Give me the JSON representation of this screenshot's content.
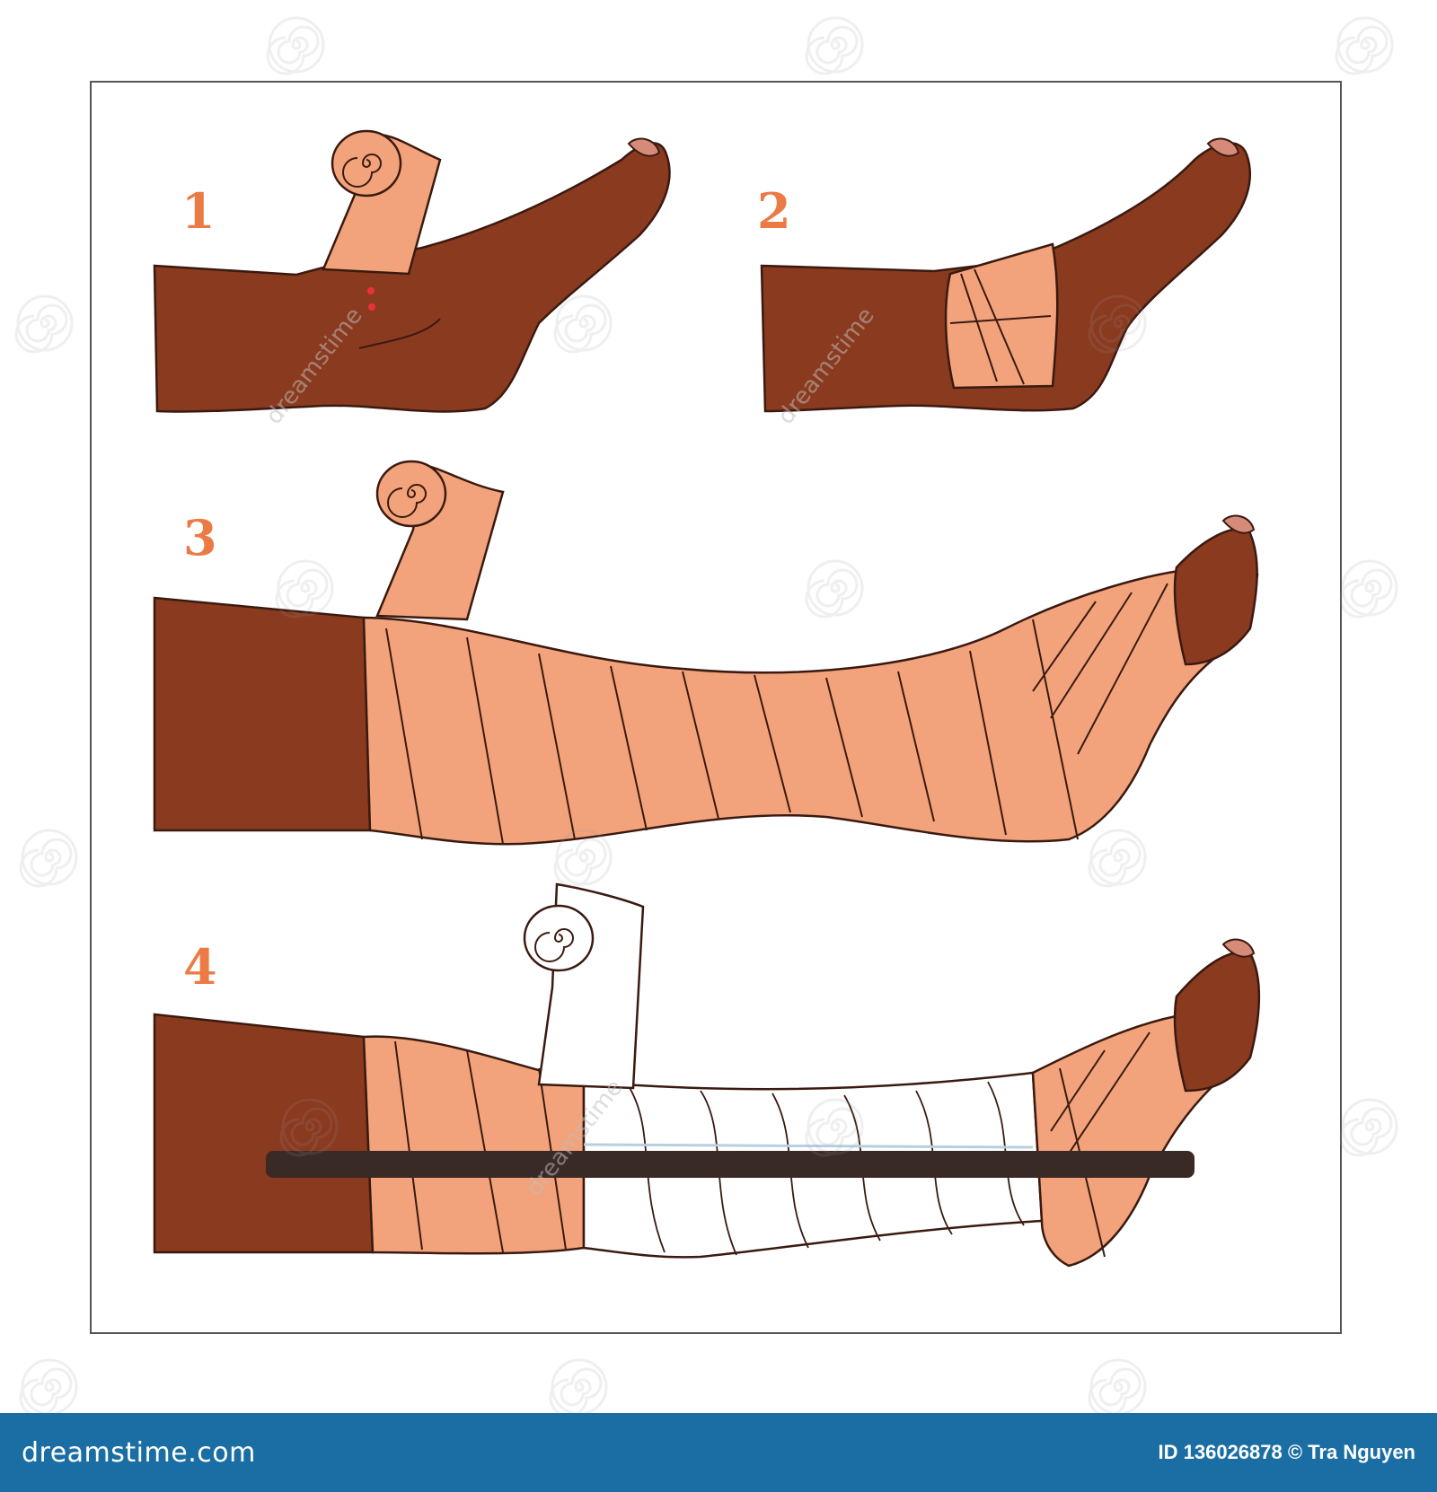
{
  "steps": [
    {
      "number": "1"
    },
    {
      "number": "2"
    },
    {
      "number": "3"
    },
    {
      "number": "4"
    }
  ],
  "footer": {
    "brand": "dreamstime.com",
    "credit": "ID 136026878 © Tra Nguyen"
  },
  "watermark": {
    "text": "dreamstime"
  },
  "colors": {
    "skin": "#8a3a1f",
    "skin_outline": "#3a1a10",
    "bandage": "#f2a37b",
    "gauze": "#ffffff",
    "splint": "#3a2a26",
    "number": "#ec7a45",
    "footer_bg": "#1b6ea3",
    "frame": "#555555"
  },
  "icons": {
    "bandage_roll": "bandage-roll-icon",
    "gauze_roll": "gauze-roll-icon",
    "wound": "wound-dots-icon",
    "watermark": "spiral-watermark-icon"
  }
}
